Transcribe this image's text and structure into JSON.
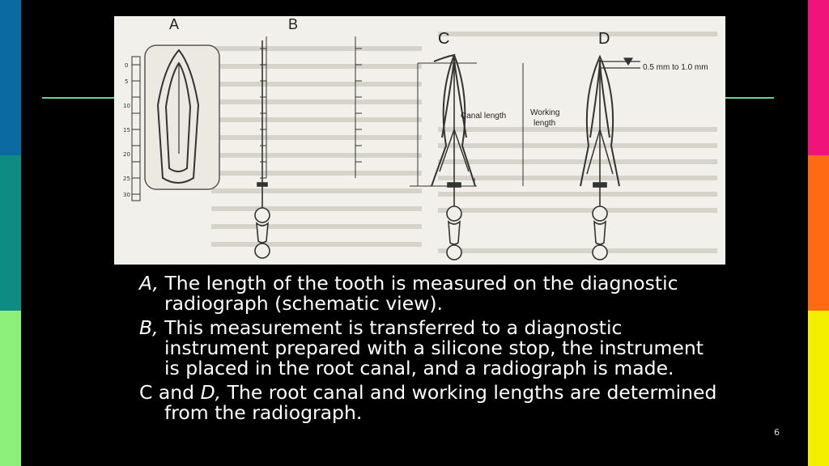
{
  "figure": {
    "panel_labels": [
      "A",
      "B",
      "C",
      "D"
    ],
    "label_canal_length": "Canal length",
    "label_working_1": "Working",
    "label_working_2": "length",
    "label_stop_distance": "0.5 mm to 1.0 mm",
    "ruler_numbers": [
      "0",
      "5",
      "10",
      "15",
      "20",
      "25",
      "30"
    ]
  },
  "caption": {
    "p1_lead": "A,",
    "p1_text": " The length of the tooth is measured on the diagnostic radiograph (schematic view).",
    "p2_lead": "B,",
    "p2_text": " This measurement is transferred to a diagnostic instrument prepared with a silicone stop, the instrument is placed in the root canal, and a radiograph is made.",
    "p3_pre": "C and ",
    "p3_lead": "D,",
    "p3_text": " The root canal and working lengths are determined from the radiograph."
  },
  "page_number": "6",
  "colors": {
    "left_bars": [
      "#0b6aa2",
      "#0e8c83",
      "#8cf07a"
    ],
    "right_bars": [
      "#f0147a",
      "#ff6a12",
      "#f4ee00"
    ],
    "rule": "#6fcf8e"
  }
}
